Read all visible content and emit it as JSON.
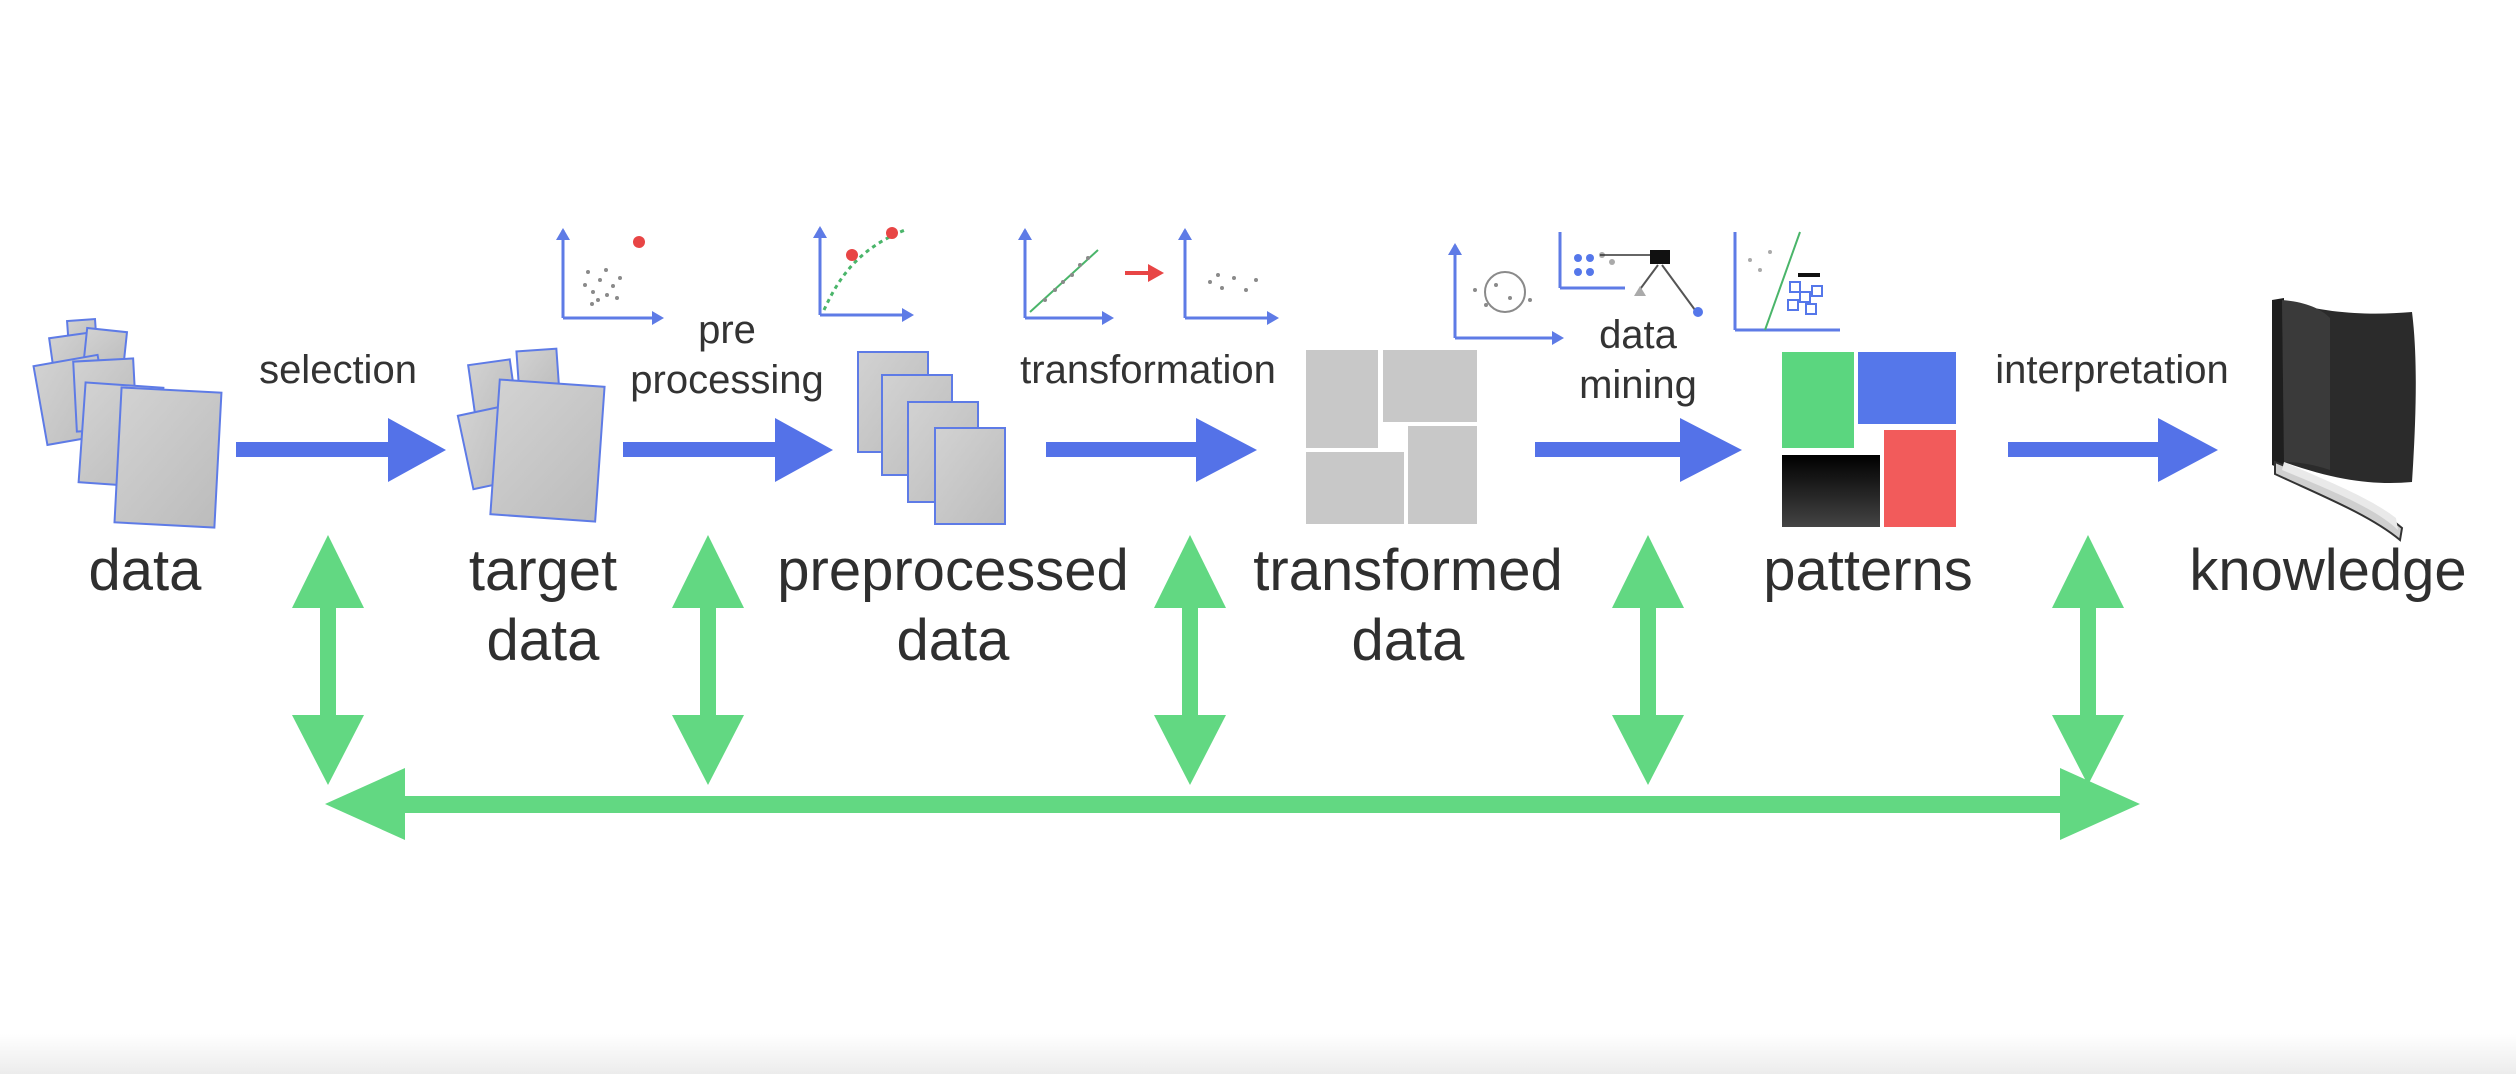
{
  "colors": {
    "flow_arrow": "#5472e8",
    "feedback_arrow": "#62d882",
    "doc_fill": "#c9c9c9",
    "doc_edge": "#5e7be6",
    "pattern_green": "#5bd67f",
    "pattern_blue": "#5577ea",
    "pattern_black": "#141414",
    "pattern_red": "#f25b5b",
    "book": "#2b2b2b",
    "text": "#2f2f2f",
    "outlier_red": "#e84545"
  },
  "stages": {
    "data": "data",
    "target_line1": "target",
    "target_line2": "data",
    "preprocessed_line1": "preprocessed",
    "preprocessed_line2": "data",
    "transformed_line1": "transformed",
    "transformed_line2": "data",
    "patterns": "patterns",
    "knowledge": "knowledge"
  },
  "steps": {
    "selection": "selection",
    "preprocessing_line1": "pre",
    "preprocessing_line2": "processing",
    "transformation": "transformation",
    "mining_line1": "data",
    "mining_line2": "mining",
    "interpretation": "interpretation"
  },
  "icons": {
    "data": "document-stack-icon",
    "target_data": "document-pair-icon",
    "preprocessed_data": "document-cascade-icon",
    "transformed_data": "grid-tiles-icon",
    "patterns": "pattern-blocks-icon",
    "knowledge": "book-icon"
  }
}
